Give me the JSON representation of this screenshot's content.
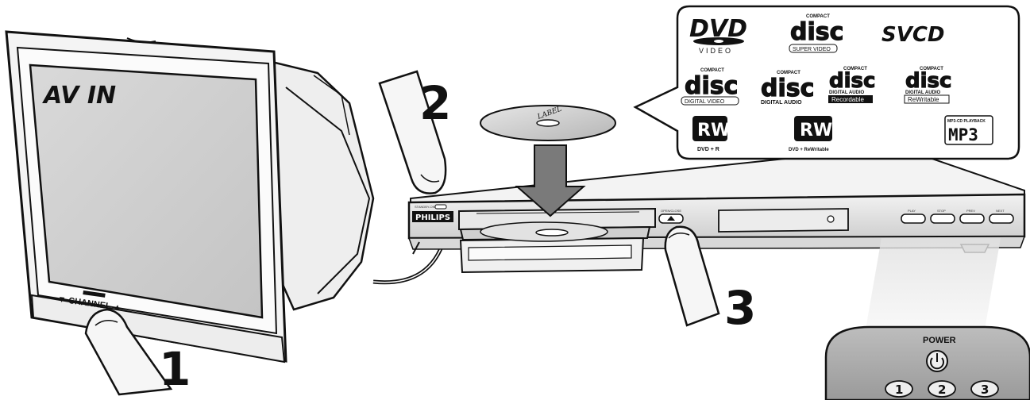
{
  "tv": {
    "screen_text": "AV IN",
    "channel_label": "▼ CHANNEL ▲"
  },
  "steps": [
    "1",
    "2",
    "3"
  ],
  "disc": {
    "label": "LABEL"
  },
  "player": {
    "brand": "PHILIPS",
    "standby_label": "STANDBY-ON",
    "open_close_label": "OPEN/CLOSE",
    "buttons": [
      "PLAY",
      "STOP",
      "PREV",
      "NEXT"
    ]
  },
  "logos": {
    "dvd_video": {
      "main": "DVD",
      "sub": "VIDEO"
    },
    "compact_disc_super_video": {
      "top": "COMPACT",
      "main": "disc",
      "sub": "SUPER VIDEO"
    },
    "svcd": "SVCD",
    "compact_disc_digital_video": {
      "top": "COMPACT",
      "main": "disc",
      "sub": "DIGITAL VIDEO"
    },
    "compact_disc_digital_audio": {
      "top": "COMPACT",
      "main": "disc",
      "sub": "DIGITAL AUDIO"
    },
    "cd_recordable": {
      "top": "COMPACT",
      "main": "disc",
      "sub1": "DIGITAL AUDIO",
      "sub2": "Recordable"
    },
    "cd_rewritable": {
      "top": "COMPACT",
      "main": "disc",
      "sub1": "DIGITAL AUDIO",
      "sub2": "ReWritable"
    },
    "rw_plus_r": {
      "main": "RW",
      "sub": "DVD + R"
    },
    "rw_plus_rewritable": {
      "main": "RW",
      "sub": "DVD + ReWritable"
    },
    "mp3": {
      "top": "MP3-CD PLAYBACK",
      "main": "MP3"
    }
  },
  "remote": {
    "power_label": "POWER",
    "keys": [
      "1",
      "2",
      "3"
    ]
  }
}
